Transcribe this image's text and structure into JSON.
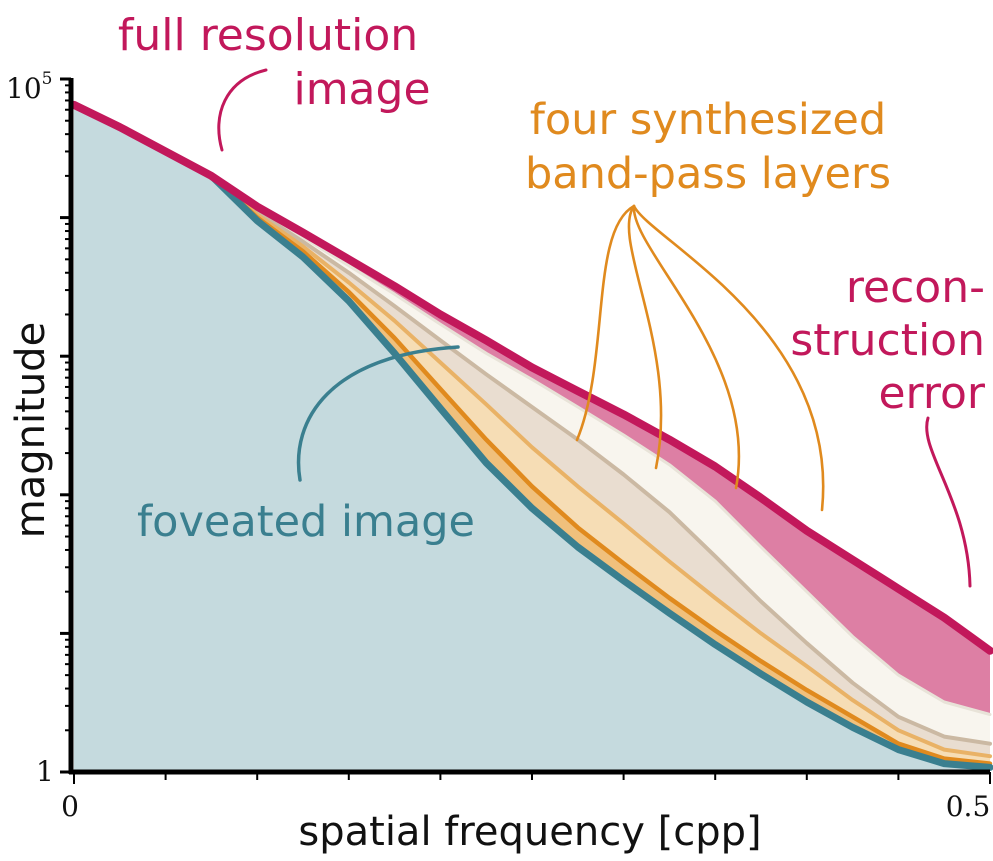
{
  "chart_data": {
    "type": "area",
    "xlabel": "spatial frequency [cpp]",
    "ylabel": "magnitude",
    "xlim": [
      0,
      0.5
    ],
    "ylim": [
      1,
      100000
    ],
    "yscale": "log",
    "x_tick_labels": [
      "0",
      "0.5"
    ],
    "y_tick_labels": {
      "top_base": "10",
      "top_exp": "5",
      "bottom": "1"
    },
    "grid": false,
    "x": [
      0,
      0.025,
      0.05,
      0.075,
      0.1,
      0.125,
      0.15,
      0.175,
      0.2,
      0.225,
      0.25,
      0.275,
      0.3,
      0.325,
      0.35,
      0.375,
      0.4,
      0.425,
      0.45,
      0.475,
      0.5
    ],
    "series": [
      {
        "key": "full",
        "values": [
          65000,
          45000,
          30000,
          20000,
          12000,
          7800,
          5000,
          3200,
          2000,
          1300,
          830,
          560,
          380,
          250,
          160,
          95,
          55,
          34,
          21,
          13,
          7.5
        ]
      },
      {
        "key": "band4",
        "values": [
          65000,
          45000,
          30000,
          20000,
          11500,
          7200,
          4500,
          2800,
          1700,
          1050,
          680,
          430,
          270,
          165,
          90,
          42,
          20,
          9.5,
          5.0,
          3.2,
          2.6
        ]
      },
      {
        "key": "band3",
        "values": [
          65000,
          45000,
          30000,
          20000,
          11000,
          6700,
          4000,
          2300,
          1300,
          740,
          430,
          250,
          140,
          75,
          36,
          17,
          8.5,
          4.4,
          2.5,
          1.8,
          1.6
        ]
      },
      {
        "key": "band2",
        "values": [
          65000,
          45000,
          30000,
          20000,
          10500,
          6200,
          3400,
          1800,
          900,
          450,
          220,
          115,
          62,
          33,
          18,
          10,
          5.8,
          3.3,
          2.0,
          1.45,
          1.3
        ]
      },
      {
        "key": "band1",
        "values": [
          65000,
          45000,
          30000,
          20000,
          10000,
          5700,
          2900,
          1350,
          580,
          250,
          115,
          58,
          32,
          18,
          10.5,
          6.3,
          3.9,
          2.5,
          1.6,
          1.25,
          1.15
        ]
      },
      {
        "key": "foveated",
        "values": [
          65000,
          45000,
          30000,
          20000,
          9500,
          5200,
          2500,
          1050,
          420,
          170,
          80,
          42,
          24,
          14,
          8.3,
          5.1,
          3.2,
          2.1,
          1.45,
          1.15,
          1.08
        ]
      }
    ],
    "annotations": {
      "full_resolution": [
        "full resolution",
        "image"
      ],
      "band_pass": [
        "four synthesized",
        "band-pass layers"
      ],
      "error": [
        "recon-",
        "struction",
        "error"
      ],
      "foveated": "foveated image"
    }
  },
  "colors": {
    "full": "#c2185b",
    "error_fill": "#dd7fa4",
    "foveated_line": "#3a7f8f",
    "foveated_fill": "#c5dade",
    "orange": "#e08a1e",
    "band4_fill": "#f8f5ee",
    "band3_fill": "#e9ddd0",
    "band2_fill": "#f6ddb5",
    "band1_fill": "#f0c07c",
    "band3_line": "#cbb9a3",
    "band2_line": "#e9b266",
    "band4_line": "#e8e3d8"
  }
}
